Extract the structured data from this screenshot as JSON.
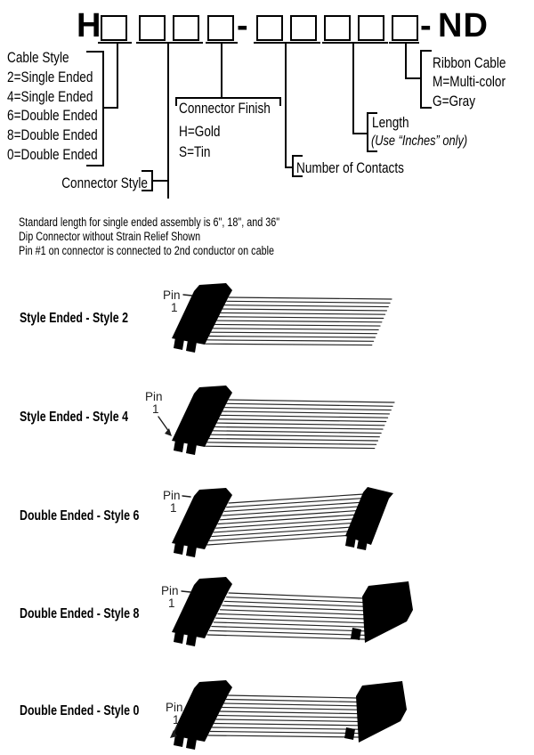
{
  "part_number": {
    "prefix": "H",
    "separator": "-",
    "suffix": "ND",
    "group1_box_count": 4,
    "group2_box_count": 5
  },
  "callouts": {
    "cable_style": {
      "title": "Cable Style",
      "options": [
        "2=Single Ended",
        "4=Single Ended",
        "6=Double Ended",
        "8=Double Ended",
        "0=Double Ended"
      ]
    },
    "connector_style": {
      "title": "Connector Style"
    },
    "connector_finish": {
      "title": "Connector Finish",
      "options": [
        "H=Gold",
        "S=Tin"
      ]
    },
    "number_of_contacts": {
      "title": "Number of Contacts"
    },
    "length": {
      "title": "Length",
      "note": "(Use “Inches” only)"
    },
    "ribbon_cable": {
      "title": "Ribbon Cable",
      "options": [
        "M=Multi-color",
        "G=Gray"
      ]
    }
  },
  "notes": [
    "Standard length for single ended assembly is 6\", 18\", and 36\"",
    "Dip Connector without Strain Relief Shown",
    "Pin #1 on connector is connected to 2nd conductor on cable"
  ],
  "drawings": {
    "pin_callout": {
      "word": "Pin",
      "number": "1"
    },
    "rows": [
      {
        "label": "Style Ended - Style 2",
        "type": "single-ended"
      },
      {
        "label": "Style Ended - Style 4",
        "type": "single-ended"
      },
      {
        "label": "Double Ended - Style 6",
        "type": "double-ended"
      },
      {
        "label": "Double Ended - Style 8",
        "type": "double-ended"
      },
      {
        "label": "Double Ended - Style 0",
        "type": "double-ended"
      }
    ]
  },
  "colors": {
    "ink": "#000000",
    "background": "#ffffff"
  }
}
